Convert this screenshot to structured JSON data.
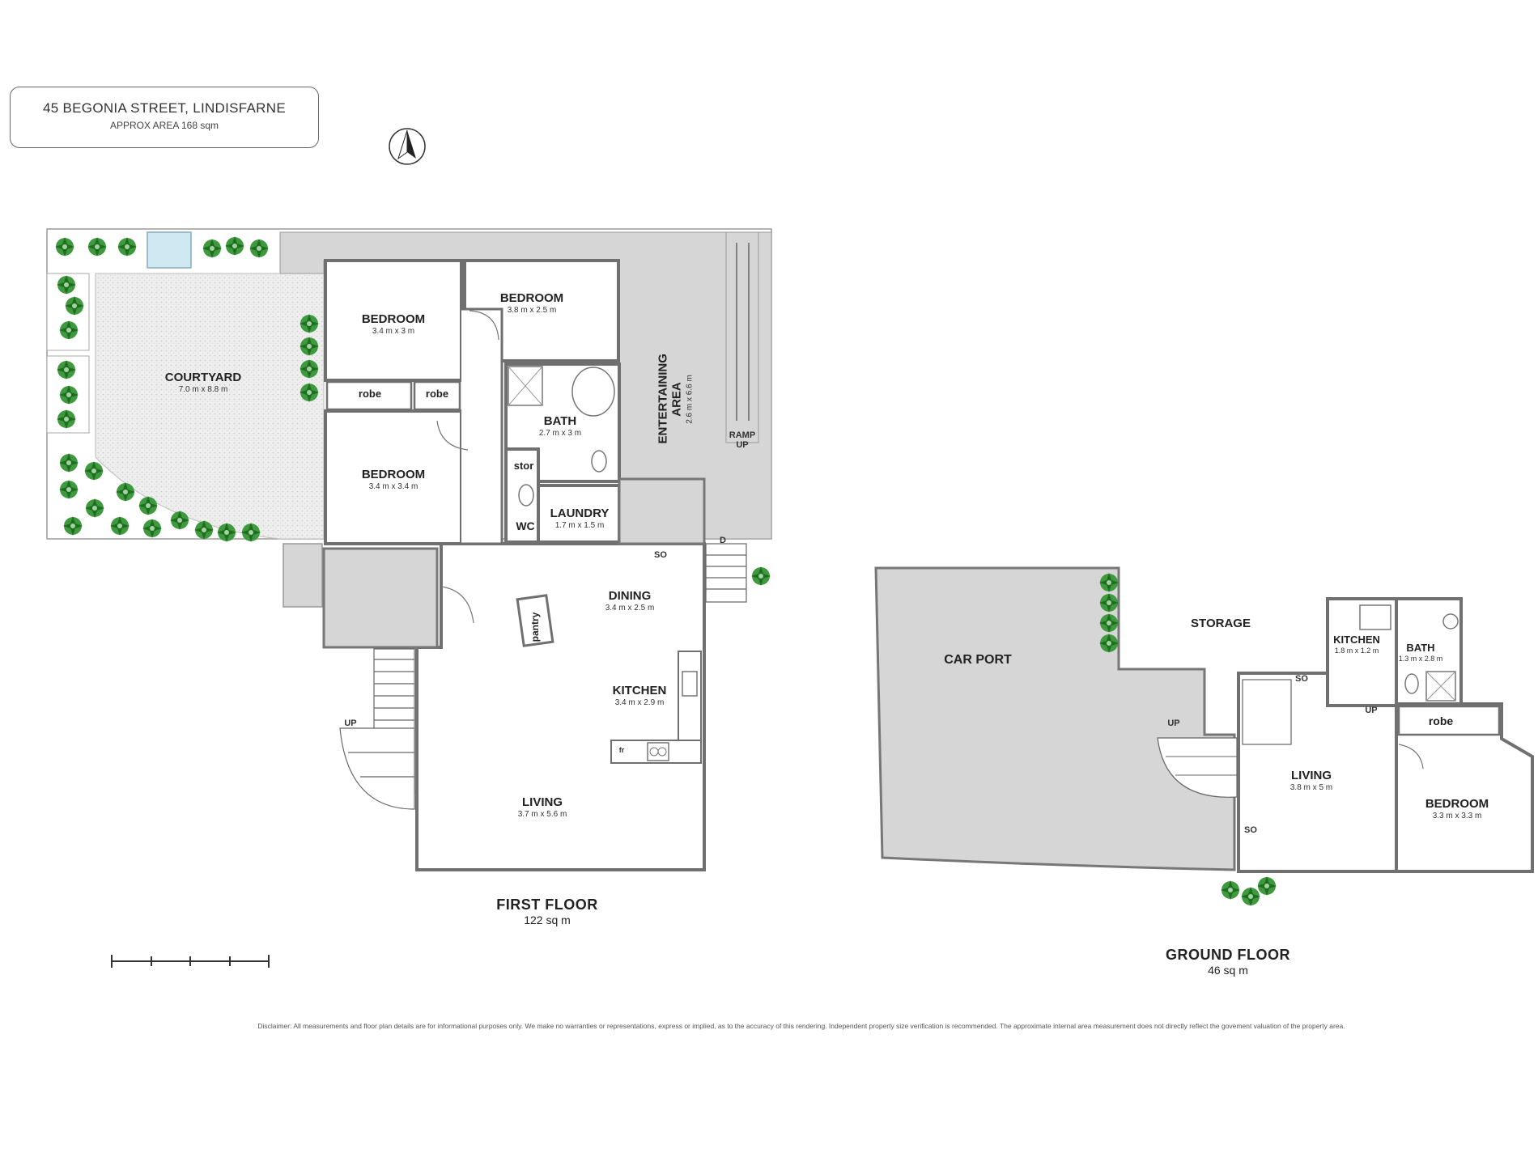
{
  "header": {
    "address": "45 BEGONIA STREET, LINDISFARNE",
    "approx_area": "APPROX AREA 168 sqm"
  },
  "compass": {
    "icon": "north-arrow-icon"
  },
  "first_floor": {
    "title": "FIRST FLOOR",
    "area": "122 sq m",
    "rooms": {
      "bedroom1": {
        "name": "BEDROOM",
        "dims": "3.4 m x 3 m"
      },
      "bedroom2": {
        "name": "BEDROOM",
        "dims": "3.8 m x 2.5 m"
      },
      "bedroom3": {
        "name": "BEDROOM",
        "dims": "3.4 m x 3.4 m"
      },
      "courtyard": {
        "name": "COURTYARD",
        "dims": "7.0 m x 8.8 m"
      },
      "robe1": {
        "name": "robe"
      },
      "robe2": {
        "name": "robe"
      },
      "bath": {
        "name": "BATH",
        "dims": "2.7 m x 3 m"
      },
      "stor": {
        "name": "stor"
      },
      "wc": {
        "name": "WC"
      },
      "laundry": {
        "name": "LAUNDRY",
        "dims": "1.7 m x 1.5 m"
      },
      "entertaining": {
        "name": "ENTERTAINING AREA",
        "dims": "2.6 m x 6.6 m"
      },
      "dining": {
        "name": "DINING",
        "dims": "3.4 m x 2.5 m"
      },
      "pantry": {
        "name": "pantry"
      },
      "kitchen": {
        "name": "KITCHEN",
        "dims": "3.4 m x 2.9 m"
      },
      "living": {
        "name": "LIVING",
        "dims": "3.7 m x 5.6 m"
      }
    },
    "markers": {
      "ramp": "RAMP UP",
      "so": "SO",
      "up": "UP",
      "d": "D",
      "fr": "fr"
    }
  },
  "ground_floor": {
    "title": "GROUND FLOOR",
    "area": "46 sq m",
    "rooms": {
      "carport": {
        "name": "CAR PORT"
      },
      "storage": {
        "name": "STORAGE"
      },
      "kitchen": {
        "name": "KITCHEN",
        "dims": "1.8 m x 1.2 m"
      },
      "bath": {
        "name": "BATH",
        "dims": "1.3 m x 2.8 m"
      },
      "robe": {
        "name": "robe"
      },
      "living": {
        "name": "LIVING",
        "dims": "3.8 m x 5 m"
      },
      "bedroom": {
        "name": "BEDROOM",
        "dims": "3.3 m x 3.3 m"
      }
    },
    "markers": {
      "so1": "SO",
      "so2": "SO",
      "up1": "UP",
      "up2": "UP"
    }
  },
  "disclaimer": "Disclaimer: All measurements and floor plan details are for informational purposes only. We make no warranties or representations, express or implied, as to the accuracy of this rendering. Independent property size verification is recommended. The approximate internal area measurement does not directly reflect the govement valuation of the property area.",
  "colors": {
    "wall": "#707070",
    "fill": "#d6d6d6",
    "courtyard": "#ececec",
    "plant": "#2e8b2e",
    "pool": "#cfe9f3"
  }
}
